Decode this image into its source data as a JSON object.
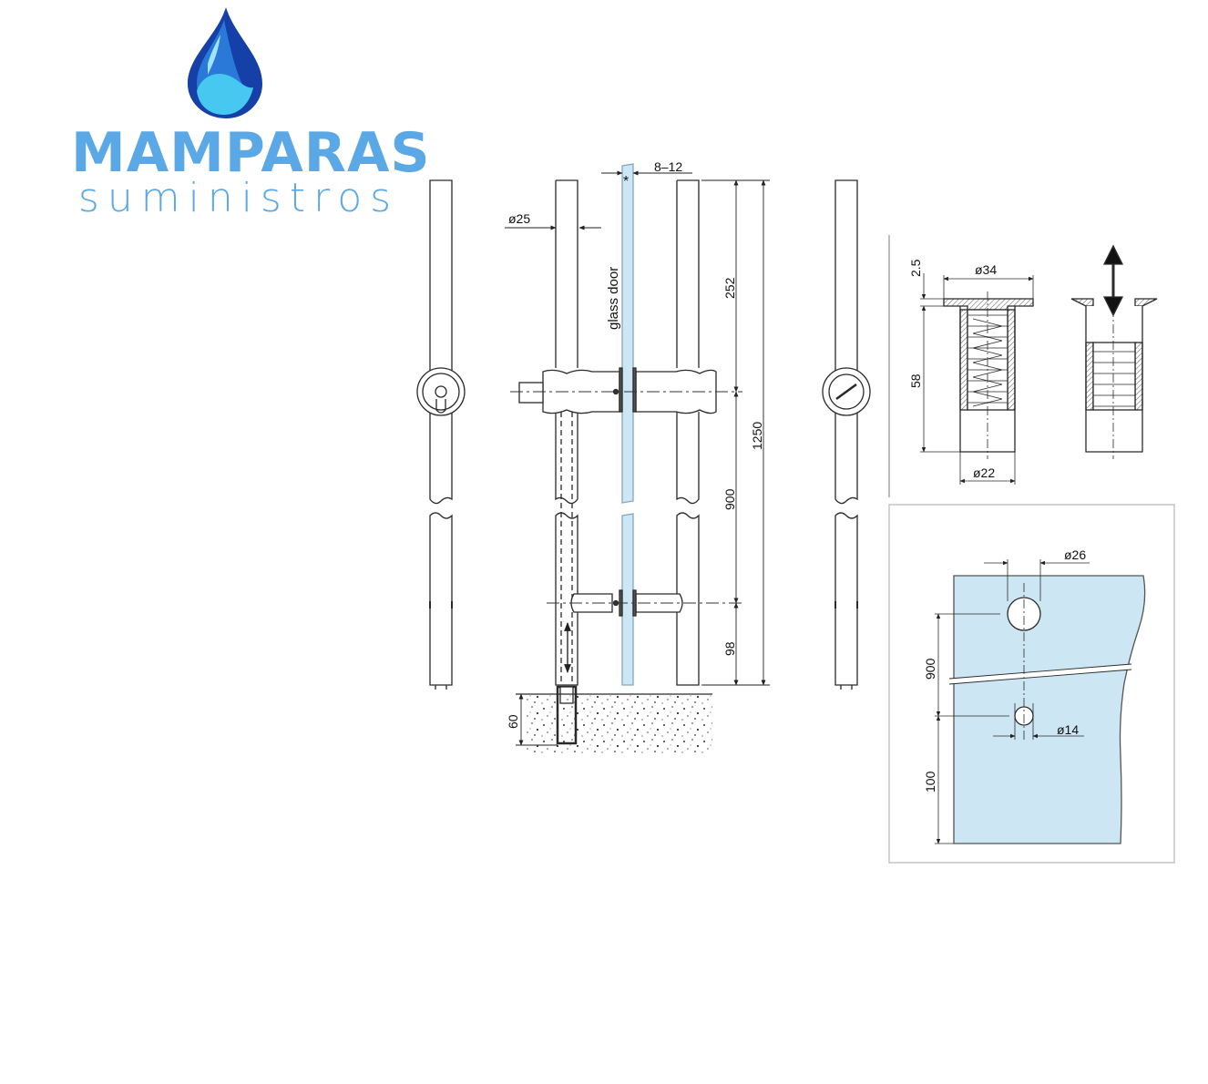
{
  "logo": {
    "brand_line1": "MAMPARAS",
    "brand_line2": "suministros",
    "colors": {
      "brand_text": "#5aa8e6",
      "drop_dark": "#1440a8",
      "drop_mid": "#2a78d8",
      "drop_light": "#46c8f0"
    }
  },
  "drawing": {
    "colors": {
      "line": "#2a2a2a",
      "glass": "#cde6f3",
      "glass_stroke": "#7fa9c0",
      "panel_border": "#bbbbbb"
    },
    "labels": {
      "handle_diameter": "ø25",
      "glass_thickness": "8–12",
      "asterisk": "*",
      "glass_door": "glass door",
      "dim_top": "252",
      "dim_overall": "1250",
      "dim_between": "900",
      "dim_bottom": "98",
      "dim_floor_depth": "60"
    },
    "socket_detail": {
      "dim_flange": "2.5",
      "dim_outer_diameter": "ø34",
      "dim_depth": "58",
      "dim_inner_diameter": "ø22"
    },
    "glass_hole_detail": {
      "hole_upper": "ø26",
      "hole_lower": "ø14",
      "dim_spacing": "900",
      "dim_bottom": "100"
    }
  }
}
